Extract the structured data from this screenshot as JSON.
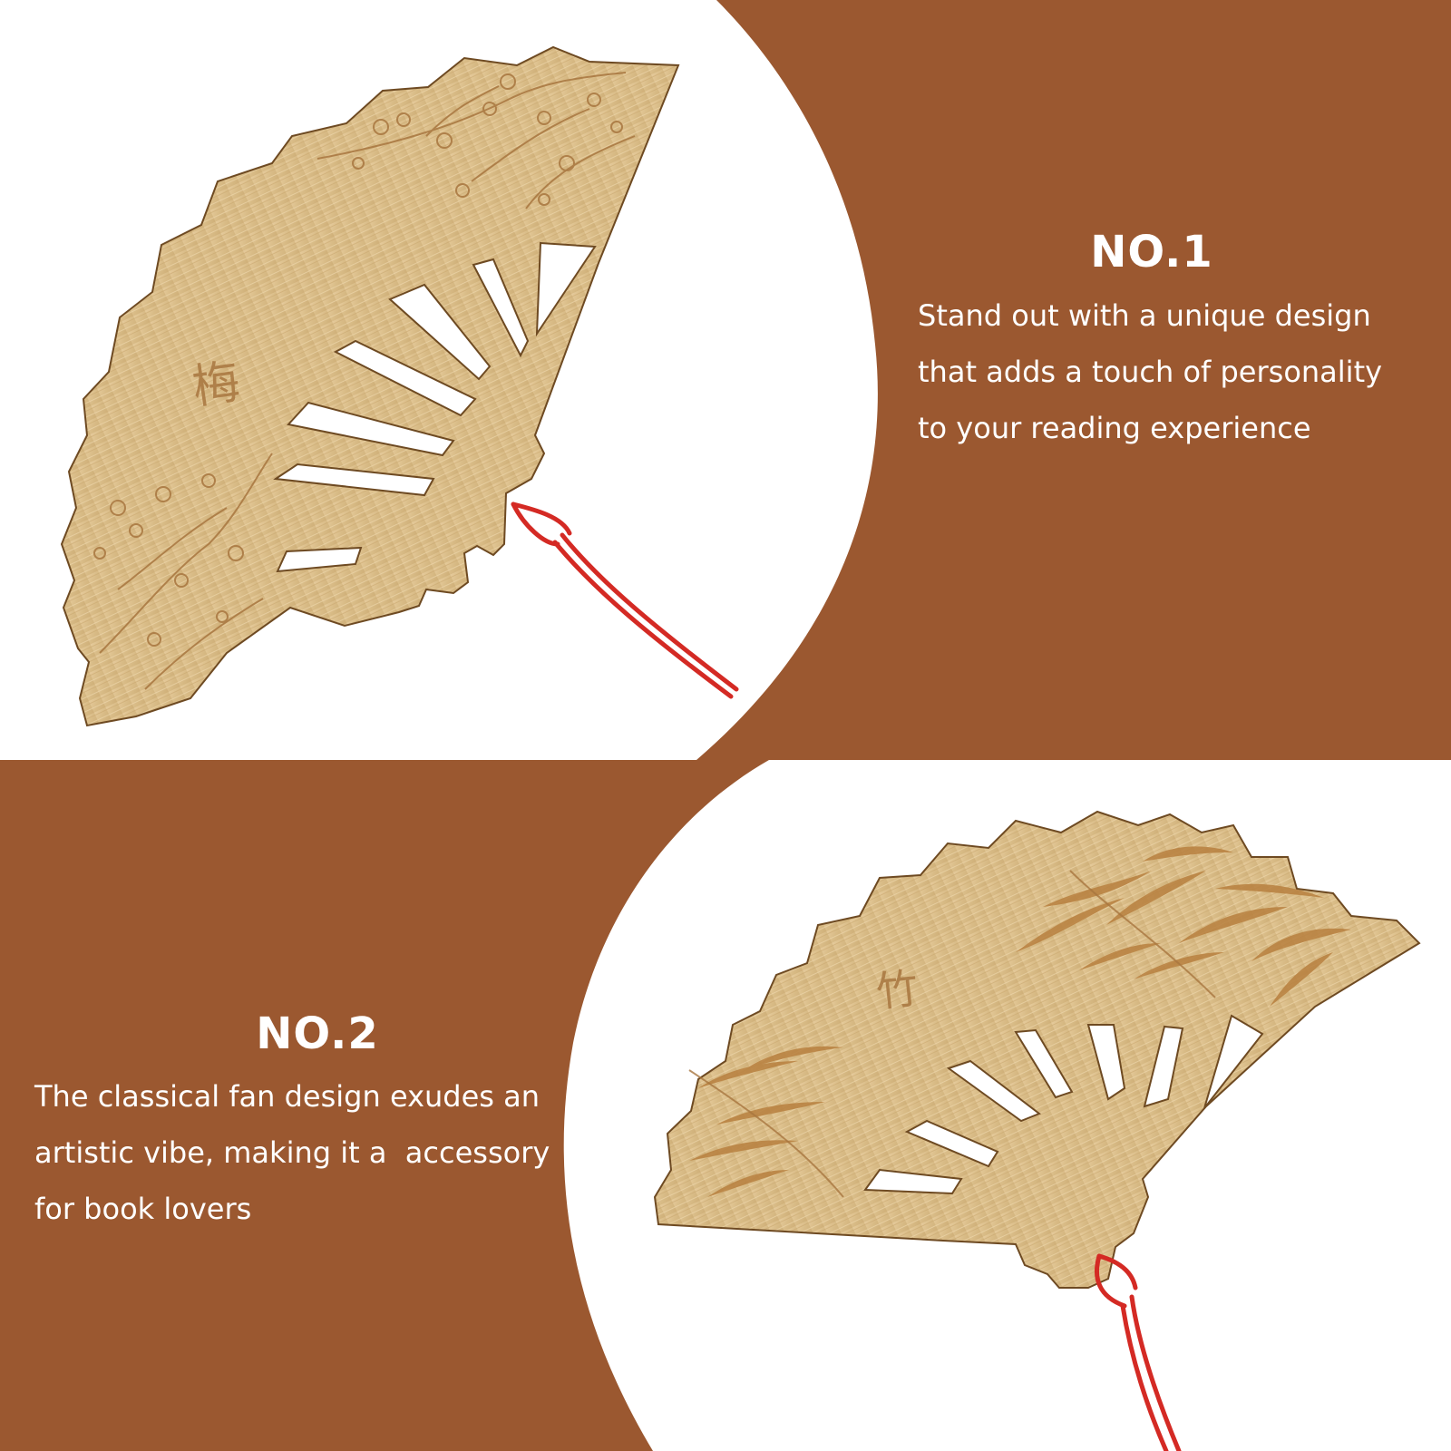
{
  "colors": {
    "panel_brown": "#9B5830",
    "background": "#FFFFFF",
    "bamboo_light": "#E2C593",
    "bamboo_dark": "#B98D55",
    "engraving": "#A8763F",
    "cord_red": "#D42A24"
  },
  "section1": {
    "heading": "NO.1",
    "lines": [
      "Stand out with a unique design",
      "that adds a touch of personality",
      "to your reading experience"
    ],
    "engraved_char": "梅",
    "motif": "plum-blossom"
  },
  "section2": {
    "heading": "NO.2",
    "lines": [
      "The classical fan design exudes an",
      "artistic vibe, making it a  accessory",
      "for book lovers"
    ],
    "engraved_char": "竹",
    "motif": "bamboo-leaves"
  }
}
